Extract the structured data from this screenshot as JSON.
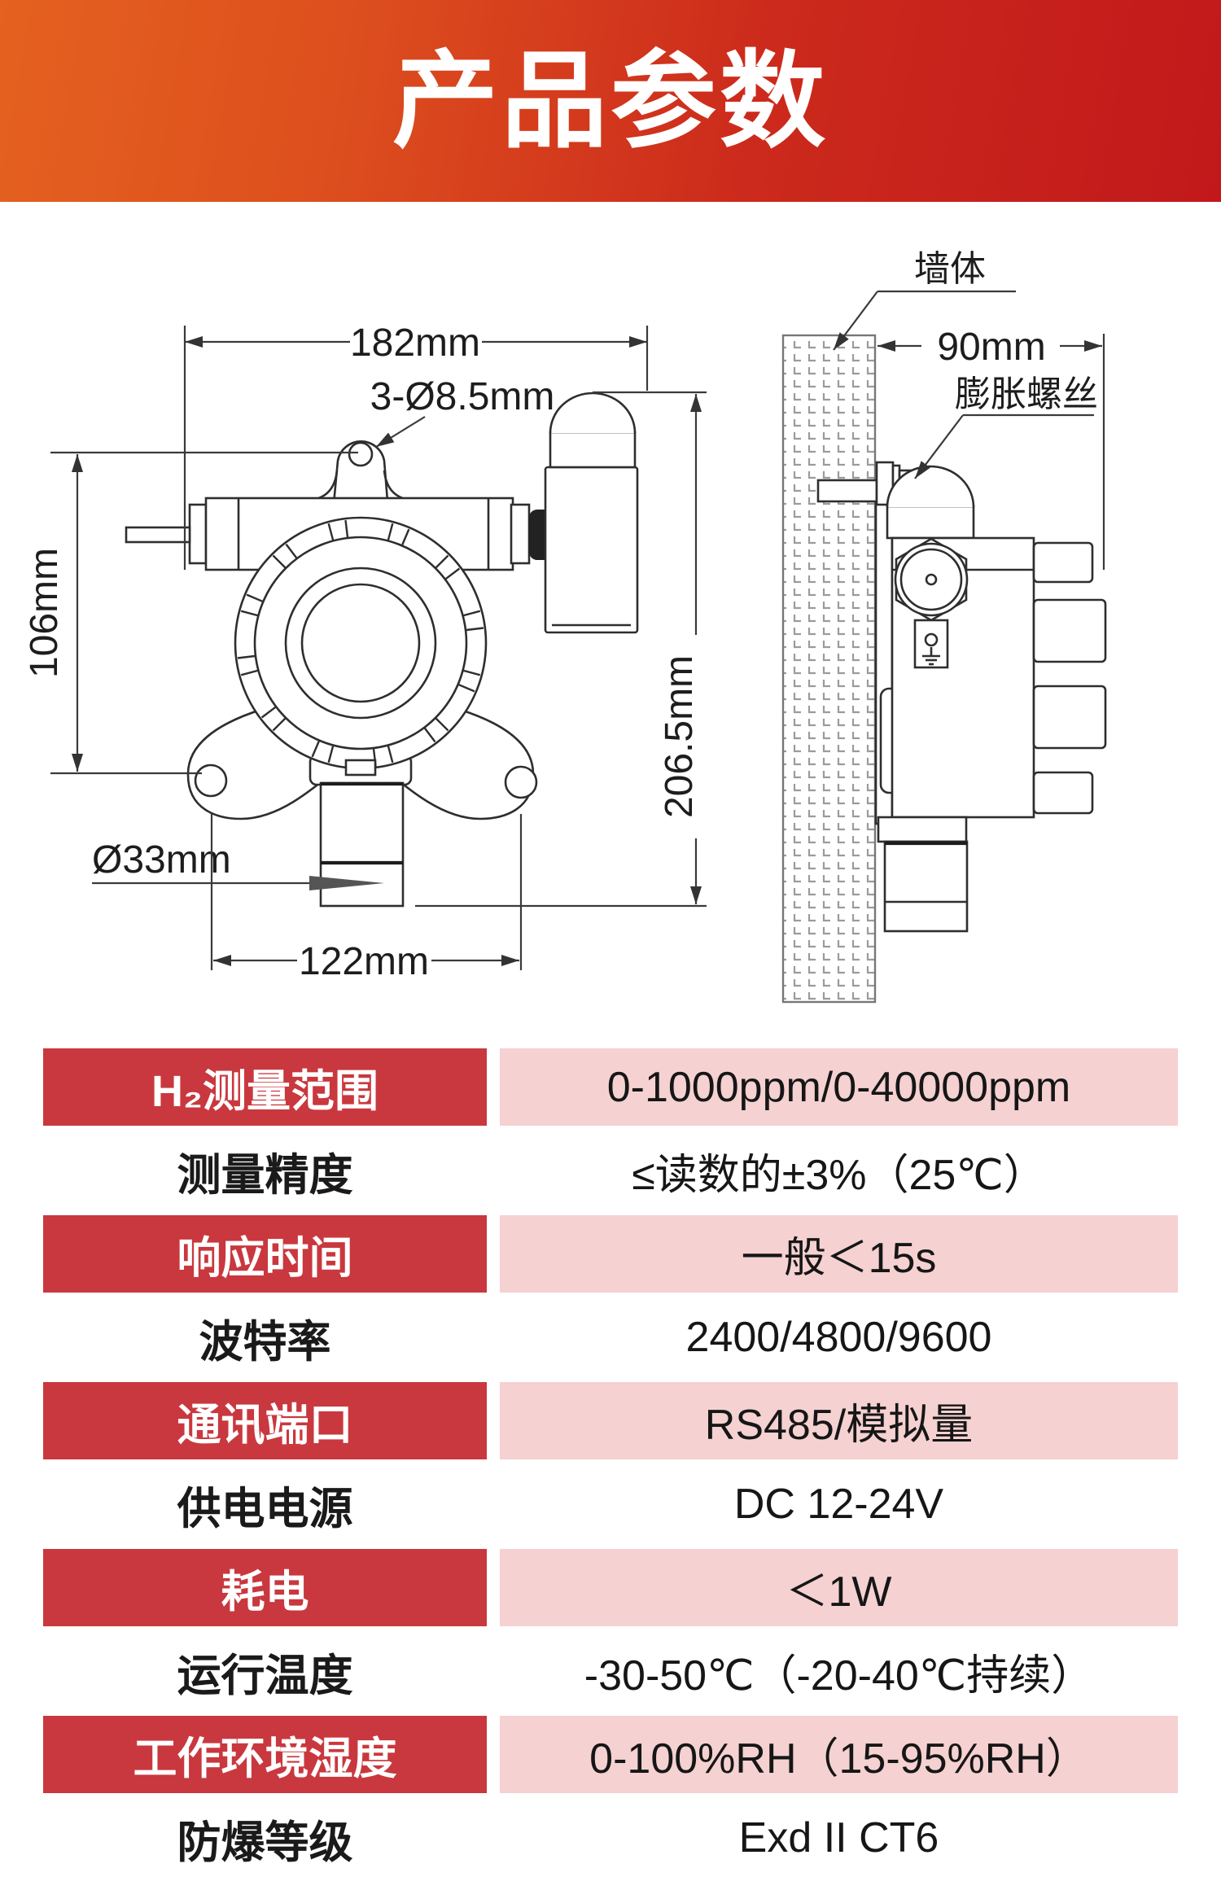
{
  "header": {
    "title": "产品参数"
  },
  "diagram": {
    "front": {
      "dim_width": "182mm",
      "dim_mount_hole": "3-Ø8.5mm",
      "dim_height_upper": "106mm",
      "dim_probe_diameter": "Ø33mm",
      "dim_hole_spacing": "122mm",
      "dim_total_height": "206.5mm"
    },
    "side": {
      "dim_depth": "90mm",
      "label_wall": "墙体",
      "label_screw": "膨胀螺丝"
    }
  },
  "spec_table": {
    "rows": [
      {
        "label": "H₂测量范围",
        "value": "0-1000ppm/0-40000ppm",
        "highlight": true
      },
      {
        "label": "测量精度",
        "value": "≤读数的±3%（25℃）",
        "highlight": false
      },
      {
        "label": "响应时间",
        "value": "一般＜15s",
        "highlight": true
      },
      {
        "label": "波特率",
        "value": "2400/4800/9600",
        "highlight": false
      },
      {
        "label": "通讯端口",
        "value": "RS485/模拟量",
        "highlight": true
      },
      {
        "label": "供电电源",
        "value": "DC 12-24V",
        "highlight": false
      },
      {
        "label": "耗电",
        "value": "＜1W",
        "highlight": true
      },
      {
        "label": "运行温度",
        "value": "-30-50℃（-20-40℃持续）",
        "highlight": false
      },
      {
        "label": "工作环境湿度",
        "value": "0-100%RH（15-95%RH）",
        "highlight": true
      },
      {
        "label": "防爆等级",
        "value": "Exd II CT6",
        "highlight": false
      }
    ]
  },
  "colors": {
    "banner_orange": "#e4611f",
    "banner_red": "#c2181b",
    "accent_red": "#c9383e",
    "accent_pink": "#f5d1d1",
    "line_art": "#2e2e2e"
  }
}
